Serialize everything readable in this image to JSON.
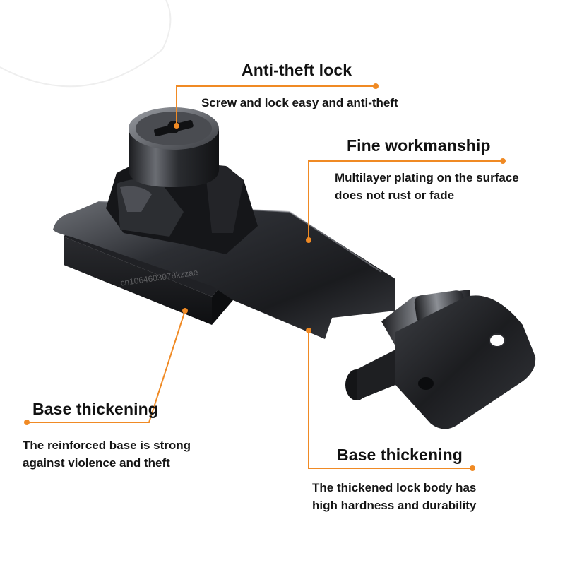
{
  "colors": {
    "accent": "#f08a24",
    "metal_dark": "#1b1c1f",
    "metal_mid": "#3a3c41",
    "metal_light": "#8a8d93"
  },
  "callouts": {
    "anti_theft": {
      "title": "Anti-theft lock",
      "desc": "Screw and lock easy and anti-theft"
    },
    "workmanship": {
      "title": "Fine workmanship",
      "desc_line1": "Multilayer plating on the surface",
      "desc_line2": "does not rust or fade"
    },
    "base_left": {
      "title": "Base thickening",
      "desc_line1": "The reinforced base is strong",
      "desc_line2": "against violence and theft"
    },
    "base_right": {
      "title": "Base thickening",
      "desc_line1": "The thickened lock body has",
      "desc_line2": "high hardness and durability"
    }
  },
  "watermark": "cn1064603078kzzae"
}
